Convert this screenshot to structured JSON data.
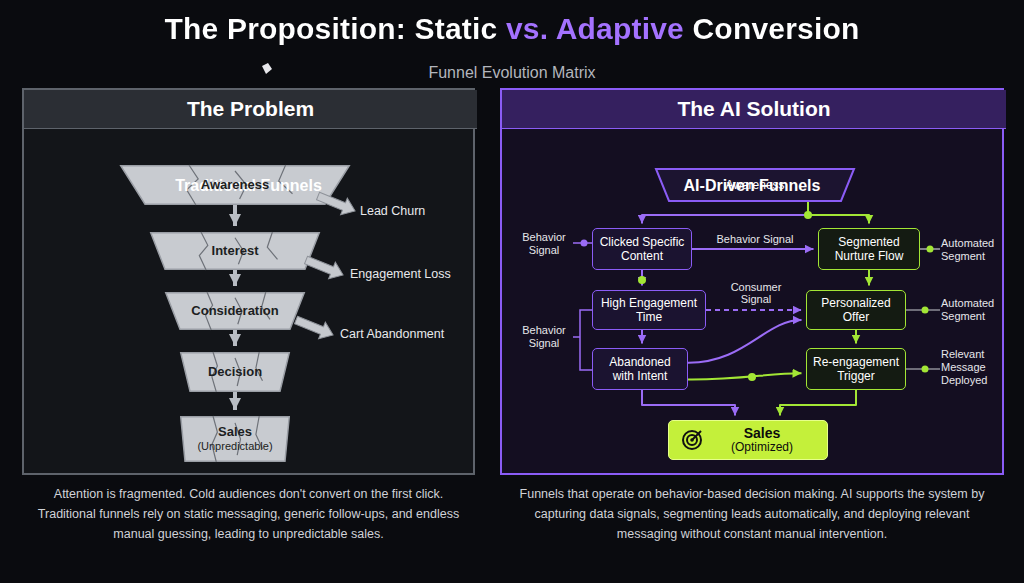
{
  "diagram": {
    "title": "The Proposition: Static vs. Adaptive Conversion",
    "nodes": [
      {
        "text": [
          "The Problem",
          "Traditional Funnels"
        ]
      },
      {
        "text": [
          "Awareness"
        ],
        "in": 0
      },
      {
        "text": [
          "Interest"
        ],
        "in": 0
      },
      {
        "text": [
          "Consideration"
        ],
        "in": 0
      },
      {
        "text": [
          "Decision"
        ],
        "in": 0
      },
      {
        "text": [
          "Sales",
          "(Unpredictable)"
        ],
        "in": 0
      },
      {
        "text": [
          "The AI Solution",
          "AI-Driven Funnels"
        ]
      },
      {
        "text": [
          "Awareness"
        ],
        "in": 6
      },
      {
        "text": [
          "Clicked Specific Content"
        ],
        "in": 6
      },
      {
        "text": [
          "Segmented Nurture Flow"
        ],
        "in": 6
      },
      {
        "text": [
          "High Engagement Time"
        ],
        "in": 6
      },
      {
        "text": [
          "Personalized Offer"
        ],
        "in": 6
      },
      {
        "text": [
          "Abandoned with Intent"
        ],
        "in": 6
      },
      {
        "text": [
          "Re-engagement Trigger"
        ],
        "in": 6
      },
      {
        "text": [
          "Sales",
          "(Optimized)"
        ],
        "in": 6
      }
    ],
    "edges": [
      {
        "from": 1,
        "to": 2,
        "arrow": "to"
      },
      {
        "from": 2,
        "to": 3,
        "arrow": "to"
      },
      {
        "from": 3,
        "to": 4,
        "arrow": "to"
      },
      {
        "from": 4,
        "to": 5,
        "arrow": "to"
      },
      {
        "from": 7,
        "to": 8,
        "arrow": "to"
      },
      {
        "from": 7,
        "to": 9,
        "arrow": "to"
      },
      {
        "from": 8,
        "to": 9,
        "label": "Behavior Signal",
        "arrow": "to"
      },
      {
        "from": 8,
        "to": 10,
        "arrow": "to"
      },
      {
        "from": 10,
        "to": 12,
        "arrow": "to"
      },
      {
        "from": 10,
        "to": 11,
        "label": "Consumer Signal",
        "arrow": "to"
      },
      {
        "from": 9,
        "to": 11,
        "arrow": "to"
      },
      {
        "from": 11,
        "to": 13,
        "arrow": "to"
      },
      {
        "from": 12,
        "to": 11,
        "arrow": "to"
      },
      {
        "from": 12,
        "to": 13,
        "arrow": "to"
      },
      {
        "from": 12,
        "to": 14,
        "arrow": "to"
      },
      {
        "from": 13,
        "to": 14,
        "arrow": "to"
      }
    ],
    "labels": [
      "Funnel Evolution Matrix",
      "Lead Churn",
      "Engagement Loss",
      "Cart Abandonment",
      "Behavior Signal",
      "Automated Segment",
      "Behavior Signal",
      "Automated Segment",
      "Relevant Message Deployed",
      "Attention is fragmented. Cold audiences don't convert on the first click. Traditional funnels rely on static messaging, generic follow-ups, and endless manual guessing, leading to unpredictable sales.",
      "Funnels that operate on behavior-based decision making. AI supports the system by capturing data signals, segmenting leads automatically, and deploying relevant messaging without constant manual intervention."
    ]
  }
}
